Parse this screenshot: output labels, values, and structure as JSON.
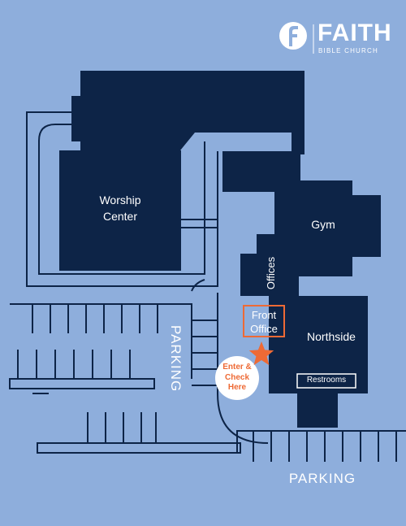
{
  "logo": {
    "name": "FAITH",
    "tagline": "BIBLE CHURCH",
    "icon": "faith-f-circle-icon"
  },
  "buildings": {
    "worship_center": "Worship\nCenter",
    "gym": "Gym",
    "offices": "Offices",
    "front_office": "Front\nOffice",
    "northside": "Northside",
    "restrooms": "Restrooms"
  },
  "parking": {
    "west": "PARKING",
    "south": "PARKING"
  },
  "entrance": {
    "label": "Enter &\nCheck\nHere",
    "marker_icon": "star-icon"
  },
  "colors": {
    "background": "#8eaedc",
    "building": "#0d2447",
    "lines": "#0d2447",
    "label": "#ffffff",
    "accent": "#ee6a35",
    "callout_bg": "#ffffff"
  }
}
